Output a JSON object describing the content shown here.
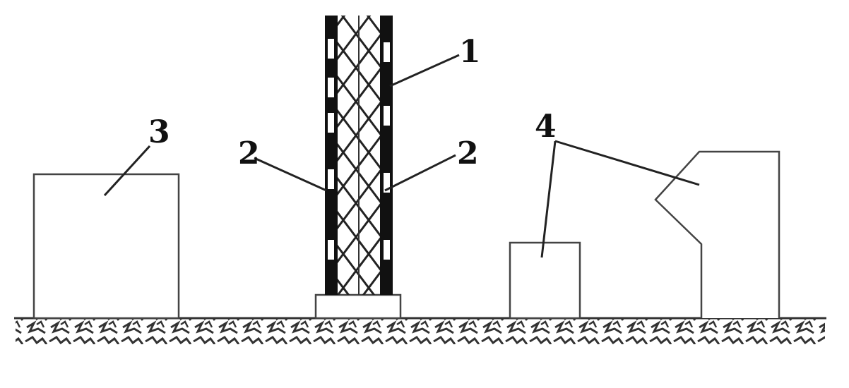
{
  "diagram": {
    "labels": {
      "tower": "1",
      "markers": "2",
      "building_left": "3",
      "buildings_right": "4"
    },
    "colors": {
      "ink": "#111111",
      "background": "#ffffff"
    }
  }
}
